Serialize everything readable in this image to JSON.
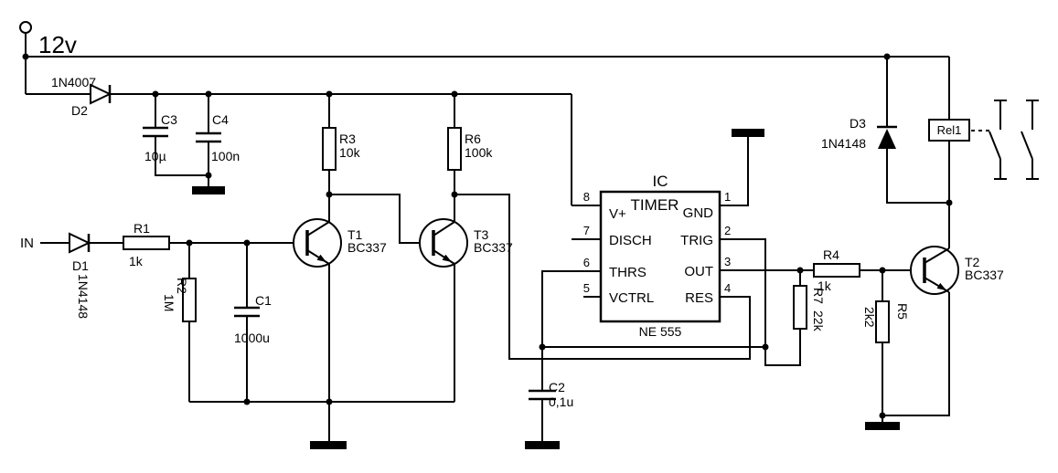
{
  "labels": {
    "supply": "12v",
    "input": "IN"
  },
  "ic": {
    "designator": "IC",
    "part": "TIMER",
    "subtitle": "NE 555",
    "pins": {
      "p8": {
        "number": "8",
        "label": "V+"
      },
      "p7": {
        "number": "7",
        "label": "DISCH"
      },
      "p6": {
        "number": "6",
        "label": "THRS"
      },
      "p5": {
        "number": "5",
        "label": "VCTRL"
      },
      "p1": {
        "number": "1",
        "label": "GND"
      },
      "p2": {
        "number": "2",
        "label": "TRIG"
      },
      "p3": {
        "number": "3",
        "label": "OUT"
      },
      "p4": {
        "number": "4",
        "label": "RES"
      }
    }
  },
  "components": {
    "d1": {
      "ref": "D1",
      "value": "1N4148"
    },
    "d2": {
      "ref": "D2",
      "value": "1N4007"
    },
    "d3": {
      "ref": "D3",
      "value": "1N4148"
    },
    "r1": {
      "ref": "R1",
      "value": "1k"
    },
    "r2": {
      "ref": "R2",
      "value": "1M"
    },
    "r3": {
      "ref": "R3",
      "value": "10k"
    },
    "r4": {
      "ref": "R4",
      "value": "1k"
    },
    "r5": {
      "ref": "R5",
      "value": "2k2"
    },
    "r6": {
      "ref": "R6",
      "value": "100k"
    },
    "r7": {
      "ref": "R7",
      "value": "22k"
    },
    "c1": {
      "ref": "C1",
      "value": "1000u"
    },
    "c2": {
      "ref": "C2",
      "value": "0,1u"
    },
    "c3": {
      "ref": "C3",
      "value": "10µ"
    },
    "c4": {
      "ref": "C4",
      "value": "100n"
    },
    "t1": {
      "ref": "T1",
      "value": "BC337"
    },
    "t2": {
      "ref": "T2",
      "value": "BC337"
    },
    "t3": {
      "ref": "T3",
      "value": "BC337"
    },
    "rel1": {
      "ref": "Rel1"
    }
  },
  "colors": {
    "wire": "#000000",
    "background": "#ffffff"
  }
}
